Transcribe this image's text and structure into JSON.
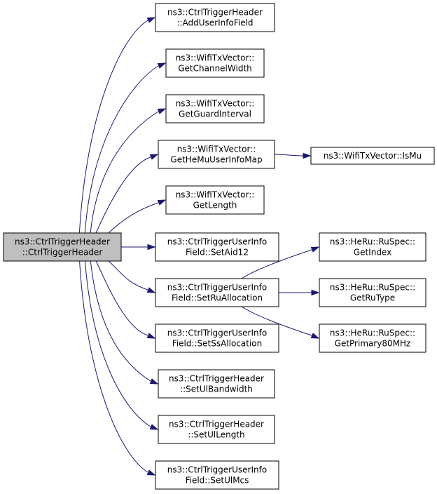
{
  "diagram": {
    "colors": {
      "edge": "#191970",
      "root_fill": "#bfbfbf",
      "node_fill": "#ffffff",
      "node_border": "#000000"
    },
    "nodes": [
      {
        "id": "root",
        "lines": [
          "ns3::CtrlTriggerHeader",
          "::CtrlTriggerHeader"
        ]
      },
      {
        "id": "add-user-info-field",
        "lines": [
          "ns3::CtrlTriggerHeader",
          "::AddUserInfoField"
        ]
      },
      {
        "id": "get-channel-width",
        "lines": [
          "ns3::WifiTxVector::",
          "GetChannelWidth"
        ]
      },
      {
        "id": "get-guard-interval",
        "lines": [
          "ns3::WifiTxVector::",
          "GetGuardInterval"
        ]
      },
      {
        "id": "get-he-mu-user-info-map",
        "lines": [
          "ns3::WifiTxVector::",
          "GetHeMuUserInfoMap"
        ]
      },
      {
        "id": "is-mu",
        "lines": [
          "ns3::WifiTxVector::IsMu"
        ]
      },
      {
        "id": "get-length",
        "lines": [
          "ns3::WifiTxVector::",
          "GetLength"
        ]
      },
      {
        "id": "set-aid12",
        "lines": [
          "ns3::CtrlTriggerUserInfo",
          "Field::SetAid12"
        ]
      },
      {
        "id": "set-ru-allocation",
        "lines": [
          "ns3::CtrlTriggerUserInfo",
          "Field::SetRuAllocation"
        ]
      },
      {
        "id": "get-index",
        "lines": [
          "ns3::HeRu::RuSpec::",
          "GetIndex"
        ]
      },
      {
        "id": "get-ru-type",
        "lines": [
          "ns3::HeRu::RuSpec::",
          "GetRuType"
        ]
      },
      {
        "id": "get-primary-80mhz",
        "lines": [
          "ns3::HeRu::RuSpec::",
          "GetPrimary80MHz"
        ]
      },
      {
        "id": "set-ss-allocation",
        "lines": [
          "ns3::CtrlTriggerUserInfo",
          "Field::SetSsAllocation"
        ]
      },
      {
        "id": "set-ul-bandwidth",
        "lines": [
          "ns3::CtrlTriggerHeader",
          "::SetUlBandwidth"
        ]
      },
      {
        "id": "set-ul-length",
        "lines": [
          "ns3::CtrlTriggerHeader",
          "::SetUlLength"
        ]
      },
      {
        "id": "set-ul-mcs",
        "lines": [
          "ns3::CtrlTriggerUserInfo",
          "Field::SetUlMcs"
        ]
      }
    ],
    "edges": [
      {
        "from": "root",
        "to": "add-user-info-field"
      },
      {
        "from": "root",
        "to": "get-channel-width"
      },
      {
        "from": "root",
        "to": "get-guard-interval"
      },
      {
        "from": "root",
        "to": "get-he-mu-user-info-map"
      },
      {
        "from": "root",
        "to": "get-length"
      },
      {
        "from": "root",
        "to": "set-aid12"
      },
      {
        "from": "root",
        "to": "set-ru-allocation"
      },
      {
        "from": "root",
        "to": "set-ss-allocation"
      },
      {
        "from": "root",
        "to": "set-ul-bandwidth"
      },
      {
        "from": "root",
        "to": "set-ul-length"
      },
      {
        "from": "root",
        "to": "set-ul-mcs"
      },
      {
        "from": "get-he-mu-user-info-map",
        "to": "is-mu"
      },
      {
        "from": "set-ru-allocation",
        "to": "get-index"
      },
      {
        "from": "set-ru-allocation",
        "to": "get-ru-type"
      },
      {
        "from": "set-ru-allocation",
        "to": "get-primary-80mhz"
      }
    ]
  }
}
